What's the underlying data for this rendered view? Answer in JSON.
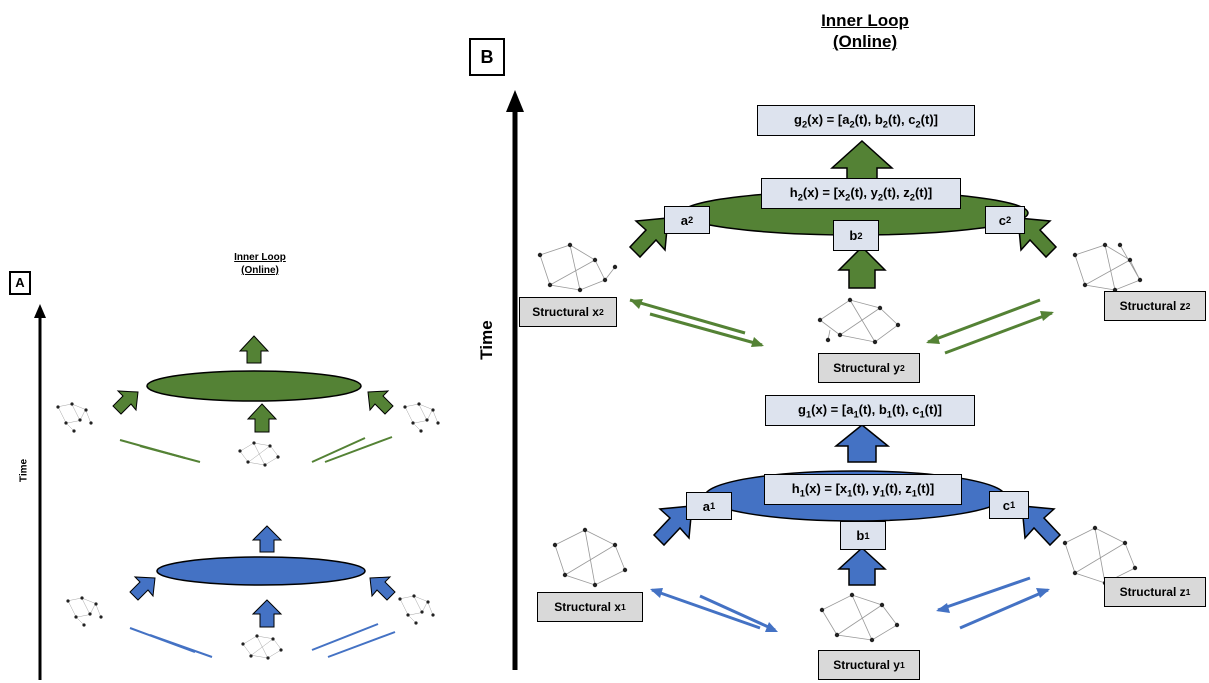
{
  "panel_a": {
    "letter": "A",
    "title_line1": "Inner Loop",
    "title_line2": "(Online)",
    "time_label": "Time"
  },
  "panel_b": {
    "letter": "B",
    "title_line1": "Inner Loop",
    "title_line2": "(Online)",
    "time_label": "Time",
    "upper": {
      "g_label": "g",
      "g_sub": "2",
      "g_rest": "(x) = [a",
      "h_text": "h2(x) = [x2(t), y2(t), z2(t)]",
      "g_text": "g2(x) = [a2(t), b2(t), c2(t)]",
      "a": "a",
      "a_sub": "2",
      "b": "b",
      "b_sub": "2",
      "c": "c",
      "c_sub": "2",
      "sx": "Structural x",
      "sx_sub": "2",
      "sy": "Structural y",
      "sy_sub": "2",
      "sz": "Structural z",
      "sz_sub": "2"
    },
    "lower": {
      "h_text": "h1(x) = [x1(t), y1(t), z1(t)]",
      "g_text": "g1(x) = [a1(t), b1(t), c1(t)]",
      "a": "a",
      "a_sub": "1",
      "b": "b",
      "b_sub": "1",
      "c": "c",
      "c_sub": "1",
      "sx": "Structural x",
      "sx_sub": "1",
      "sy": "Structural y",
      "sy_sub": "1",
      "sz": "Structural z",
      "sz_sub": "1"
    }
  },
  "colors": {
    "green": "#548235",
    "blue": "#4472c4",
    "box_light": "#dde3ee",
    "box_gray": "#d9d9d9"
  }
}
